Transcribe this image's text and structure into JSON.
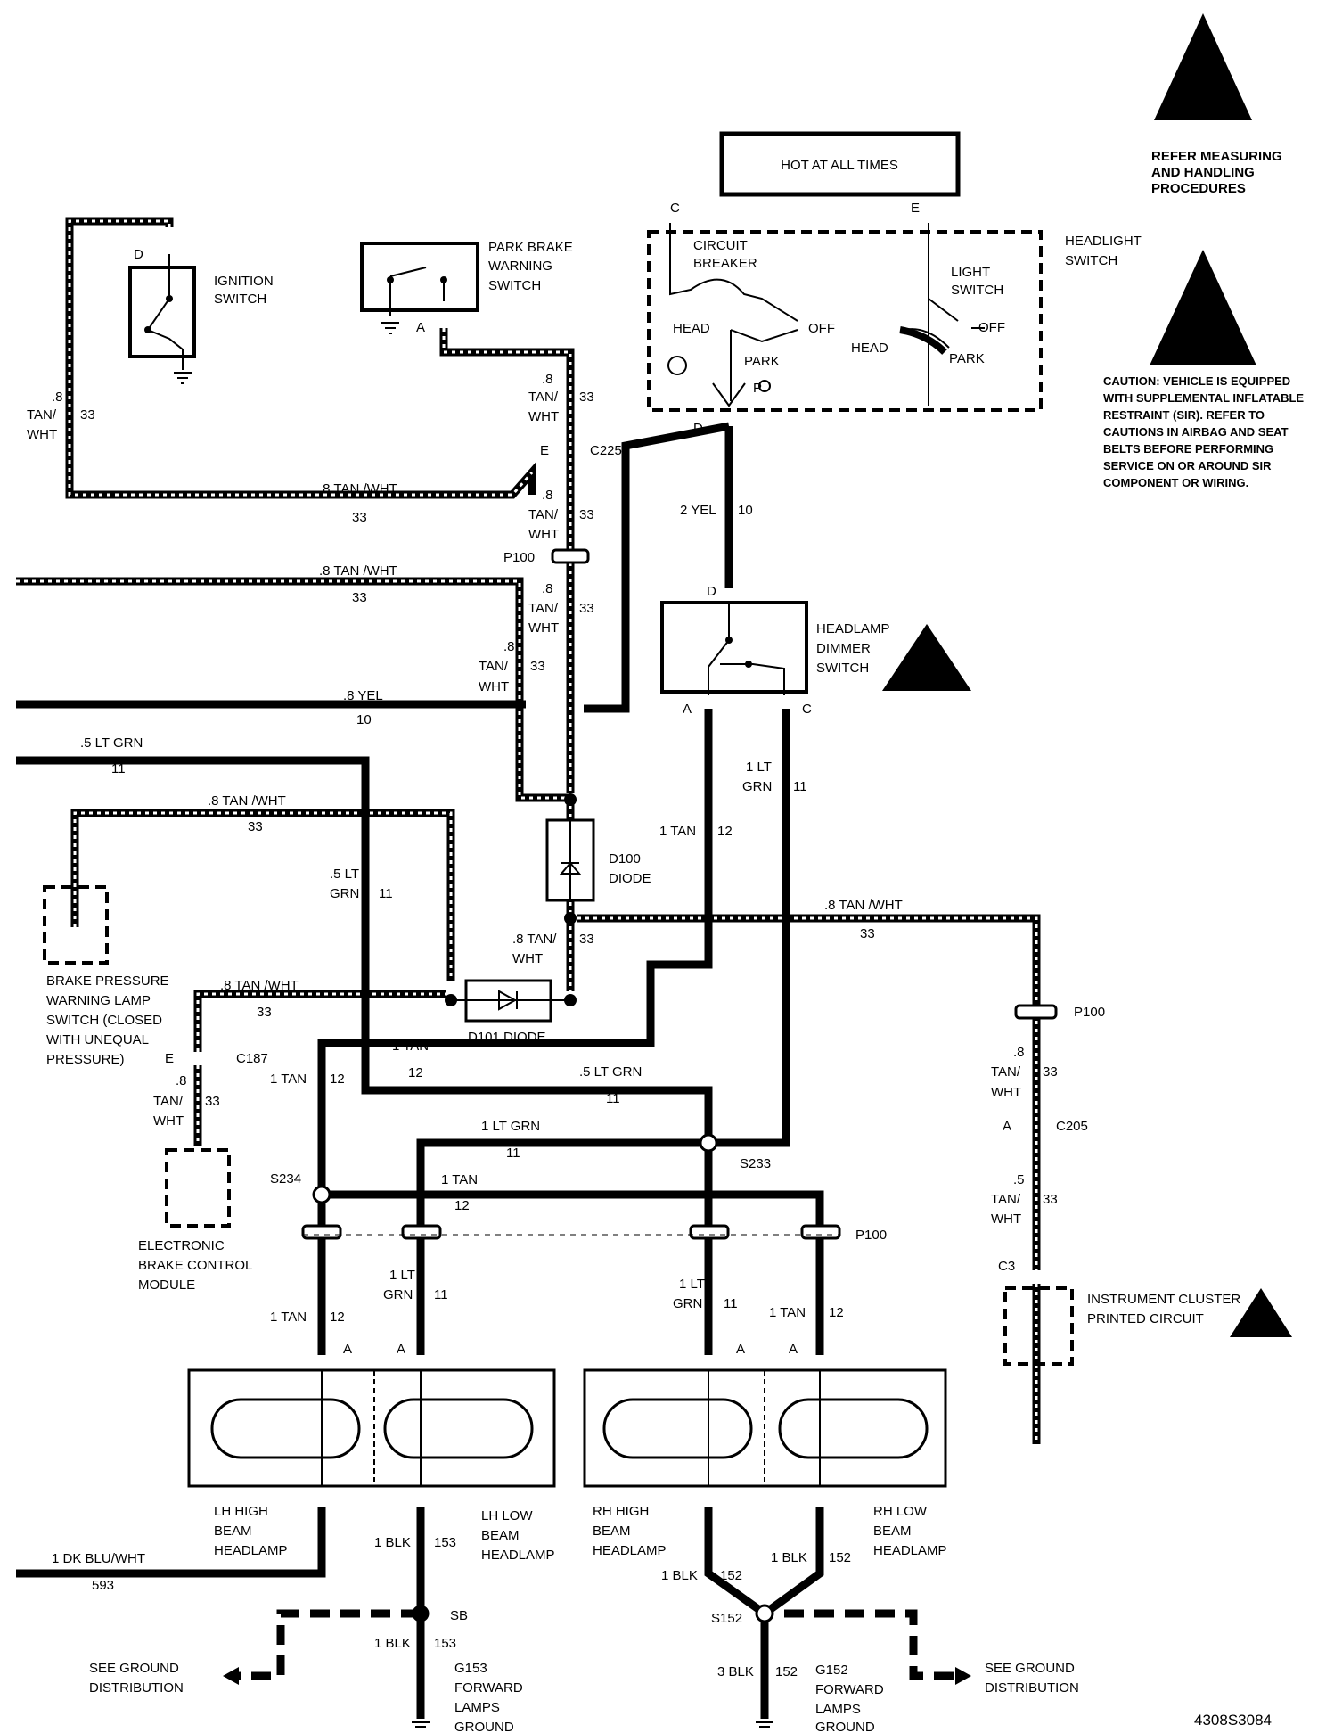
{
  "labels": {
    "hot": "HOT AT ALL TIMES",
    "esd_note": [
      "REFER MEASURING",
      "AND HANDLING",
      "PROCEDURES"
    ],
    "caution": [
      "CAUTION: VEHICLE  IS EQUIPPED",
      "WITH SUPPLEMENTAL INFLATABLE",
      "RESTRAINT (SIR). REFER TO",
      "CAUTIONS IN AIRBAG AND SEAT",
      "BELTS BEFORE PERFORMING",
      "SERVICE ON OR AROUND SIR",
      "COMPONENT OR WIRING."
    ],
    "headlight_switch": [
      "HEADLIGHT",
      "SWITCH"
    ],
    "circuit_breaker": [
      "CIRCUIT",
      "BREAKER"
    ],
    "light_switch": [
      "LIGHT",
      "SWITCH"
    ],
    "head": "HEAD",
    "off": "OFF",
    "park": "PARK",
    "p": "P",
    "ignition_switch": [
      "IGNITION",
      "SWITCH"
    ],
    "park_brake": [
      "PARK BRAKE",
      "WARNING",
      "SWITCH"
    ],
    "dimmer": [
      "HEADLAMP",
      "DIMMER",
      "SWITCH"
    ],
    "d100": [
      "D100",
      "DIODE"
    ],
    "d101": "D101 DIODE",
    "brake_pressure": [
      "BRAKE PRESSURE",
      "WARNING LAMP",
      "SWITCH (CLOSED",
      "WITH UNEQUAL",
      "PRESSURE)"
    ],
    "ebcm": [
      "ELECTRONIC",
      "BRAKE CONTROL",
      "MODULE"
    ],
    "instrument_cluster": [
      "INSTRUMENT CLUSTER",
      "PRINTED CIRCUIT"
    ],
    "lh_high": [
      "LH HIGH",
      "BEAM",
      "HEADLAMP"
    ],
    "lh_low": [
      "LH LOW",
      "BEAM",
      "HEADLAMP"
    ],
    "rh_high": [
      "RH HIGH",
      "BEAM",
      "HEADLAMP"
    ],
    "rh_low": [
      "RH LOW",
      "BEAM",
      "HEADLAMP"
    ],
    "ground_left": [
      "SEE GROUND",
      "DISTRIBUTION"
    ],
    "ground_right": [
      "SEE GROUND",
      "DISTRIBUTION"
    ],
    "g153": [
      "G153",
      "FORWARD",
      "LAMPS",
      "GROUND"
    ],
    "g152": [
      "G152",
      "FORWARD",
      "LAMPS",
      "GROUND"
    ],
    "figure_id": "4308S3084",
    "c_letter": "C",
    "e_letter": "E",
    "d_letter": "D",
    "a_letter": "A",
    "c225": "C225",
    "c187": "C187",
    "c205": "C205",
    "c3": "C3",
    "p100": "P100",
    "s234": "S234",
    "s233": "S233",
    "s152": "S152",
    "sb": "SB",
    "w_08": ".8",
    "w_tan": "TAN/",
    "w_wht": "WHT",
    "w_33": "33",
    "w_08tanwht": ".8  TAN /WHT",
    "w_2yel": "2 YEL",
    "w_10": "10",
    "w_08yel": ".8 YEL",
    "w_05ltgrn": ".5 LT GRN",
    "w_11": "11",
    "w_05lt": ".5 LT",
    "w_grn": "GRN",
    "w_1lt": "1 LT",
    "w_1tan": "1 TAN",
    "w_12": "12",
    "w_1ltgrn": "1 LT GRN",
    "w_08tan": ".8 TAN/",
    "w_05": ".5",
    "w_1dkbluwht": "1 DK BLU/WHT",
    "w_593": "593",
    "w_1blk": "1 BLK",
    "w_153": "153",
    "w_152": "152",
    "w_3blk": "3 BLK"
  }
}
